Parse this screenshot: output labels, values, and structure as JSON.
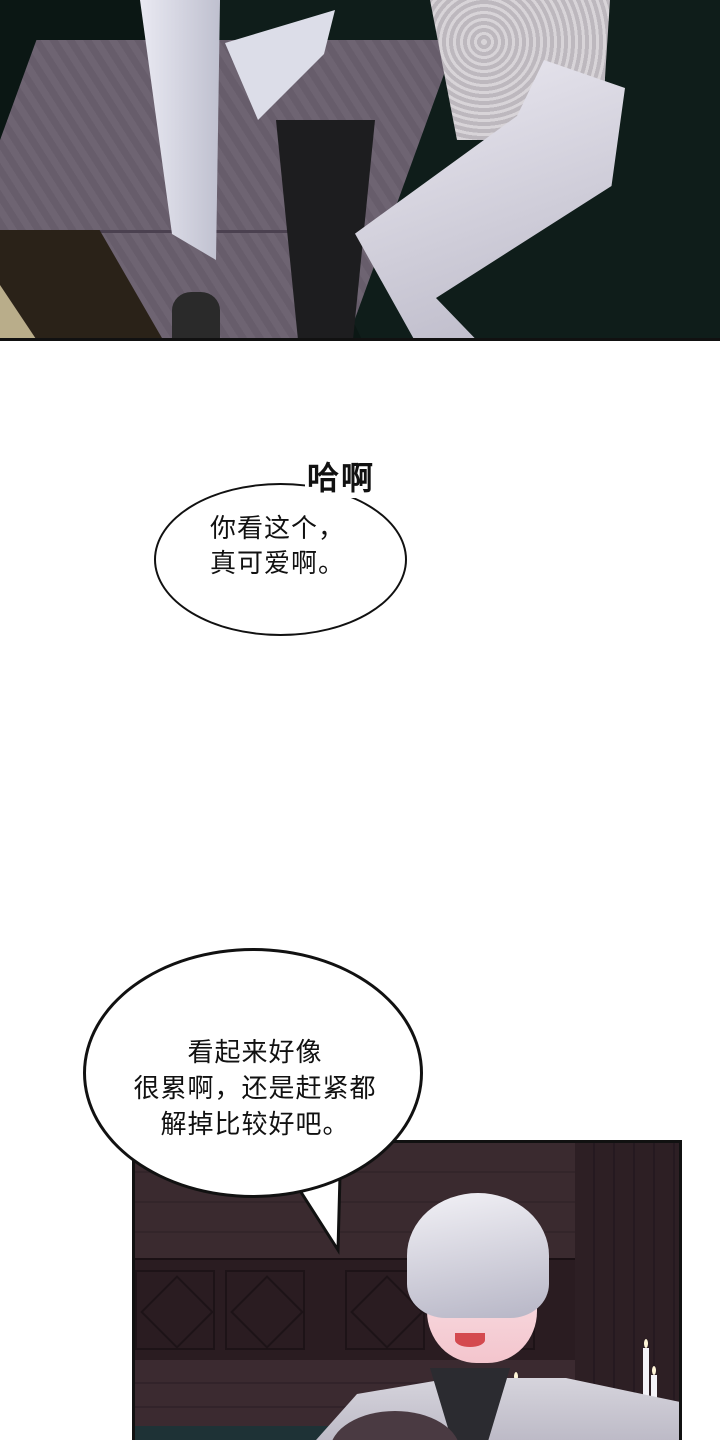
{
  "comic": {
    "panels": [
      {
        "id": "panel-1",
        "description": "Close-up of two characters' legs on a dark green sofa; one in black trousers, one in light patterned trousers; purple patterned floor",
        "colors": {
          "background": "#0b1714",
          "floor": "#6e6472",
          "light_fabric": "#e9e9f2",
          "dark_fabric": "#1d1d1f"
        }
      },
      {
        "id": "panel-2",
        "description": "Silver-haired man in a grey suit smiling with eyes closed, dark red paneled room with candles",
        "colors": {
          "background": "#2e1f24",
          "hair": "#e8e7ef",
          "candle": "#f4f3f8",
          "candle_holder": "#c9a54a"
        }
      }
    ],
    "sound_effect": {
      "text": "哈啊"
    },
    "speech_bubbles": [
      {
        "id": "bubble-1",
        "lines": [
          "你看这个，",
          "真可爱啊。"
        ]
      },
      {
        "id": "bubble-2",
        "lines": [
          "看起来好像",
          "很累啊，还是赶紧都",
          "解掉比较好吧。"
        ]
      }
    ]
  }
}
